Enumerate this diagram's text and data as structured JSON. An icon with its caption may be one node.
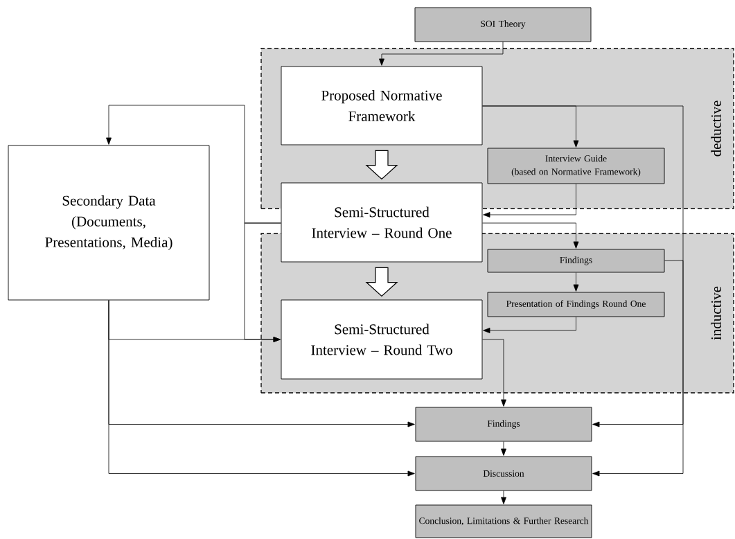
{
  "diagram": {
    "nodes": [
      {
        "text": [
          "SOI Theory"
        ]
      },
      {
        "text": [
          "deductive"
        ]
      },
      {
        "text": [
          "Proposed Normative Framework"
        ],
        "in": 1
      },
      {
        "text": [
          "Interview Guide",
          "(based on Normative Framework)"
        ],
        "in": 1
      },
      {
        "text": [
          "Semi-Structured Interview – Round One"
        ]
      },
      {
        "text": [
          "inductive"
        ]
      },
      {
        "text": [
          "Findings"
        ],
        "in": 5
      },
      {
        "text": [
          "Presentation of Findings Round One"
        ],
        "in": 5
      },
      {
        "text": [
          "Semi-Structured Interview – Round Two"
        ],
        "in": 5
      },
      {
        "text": [
          "Secondary Data (Documents, Presentations, Media)"
        ]
      },
      {
        "text": [
          "Findings"
        ]
      },
      {
        "text": [
          "Discussion"
        ]
      },
      {
        "text": [
          "Conclusion, Limitations & Further Research"
        ]
      }
    ],
    "edges": [
      {
        "from": 0,
        "to": 2,
        "arrow": "to"
      },
      {
        "from": 2,
        "to": 3,
        "arrow": "to"
      },
      {
        "from": 2,
        "to": 11,
        "arrow": "to"
      },
      {
        "from": 3,
        "to": 4,
        "arrow": "to"
      },
      {
        "from": 4,
        "to": 6,
        "arrow": "to"
      },
      {
        "from": 6,
        "to": 7,
        "arrow": "to"
      },
      {
        "from": 7,
        "to": 8,
        "arrow": "to"
      },
      {
        "from": 8,
        "to": 10,
        "arrow": "to"
      },
      {
        "from": 6,
        "to": 10,
        "arrow": "to"
      },
      {
        "from": 4,
        "to": 9,
        "arrow": "to"
      },
      {
        "from": 4,
        "to": 8,
        "arrow": "to"
      },
      {
        "from": 9,
        "to": 8,
        "arrow": "to"
      },
      {
        "from": 9,
        "to": 10,
        "arrow": "to"
      },
      {
        "from": 9,
        "to": 11,
        "arrow": "to"
      },
      {
        "from": 2,
        "to": 4,
        "arrow": "to",
        "style": "thick"
      },
      {
        "from": 4,
        "to": 8,
        "arrow": "to",
        "style": "thick"
      },
      {
        "from": 10,
        "to": 11,
        "arrow": "to"
      },
      {
        "from": 11,
        "to": 12,
        "arrow": "to"
      }
    ]
  }
}
